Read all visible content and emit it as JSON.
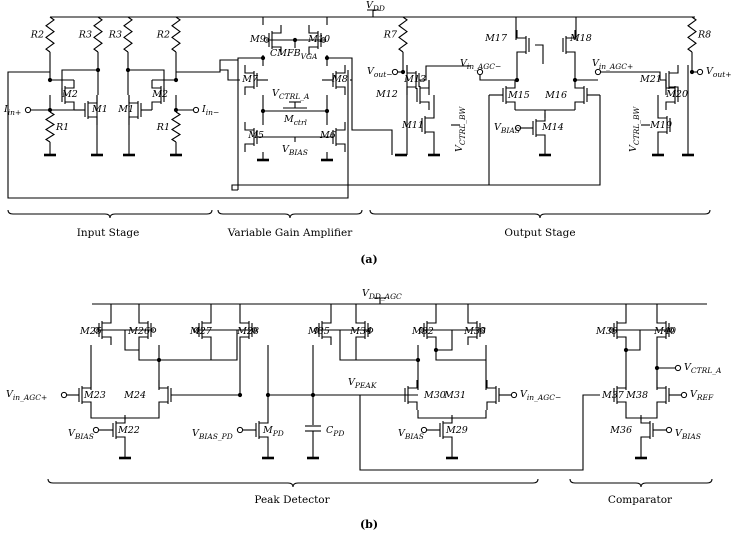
{
  "figure_a": {
    "supply": "V_DD",
    "sections": [
      "Input Stage",
      "Variable Gain Amplifier",
      "Output Stage"
    ],
    "caption": "(a)",
    "devices": {
      "R2a": "R2",
      "R3a": "R3",
      "R1a": "R1",
      "M2a": "M2",
      "M1a": "M1",
      "R3b": "R3",
      "R2b": "R2",
      "M1b": "M1",
      "M2b": "M2",
      "R1b": "R1",
      "M9": "M9",
      "M10": "M10",
      "M7": "M7",
      "M8": "M8",
      "M5": "M5",
      "M6": "M6",
      "Mctrl": "M_ctrl",
      "R7": "R7",
      "M12": "M12",
      "M13": "M13",
      "M11": "M11",
      "M17": "M17",
      "M18": "M18",
      "M15": "M15",
      "M16": "M16",
      "M14": "M14",
      "R8": "R8",
      "M21": "M21",
      "M20": "M20",
      "M19": "M19"
    },
    "nets": {
      "in_p": "I_in+",
      "in_m": "I_in−",
      "cmfb": "CMFB_VGA",
      "ctrl_a": "V_CTRL_A",
      "bias_vga": "V_BIAS",
      "out_m": "V_out−",
      "agc_m": "V_in_AGC−",
      "agc_p": "V_in_AGC+",
      "ctrl_bw_1": "V_CTRL_BW",
      "bias_out": "V_BIAS",
      "ctrl_bw_2": "V_CTRL_BW",
      "out_p": "V_out+"
    }
  },
  "figure_b": {
    "supply": "V_DD_AGC",
    "sections": [
      "Peak Detector",
      "Comparator"
    ],
    "caption": "(b)",
    "devices": {
      "M25": "M25",
      "M26": "M26",
      "M27": "M27",
      "M28": "M28",
      "M35": "M35",
      "M34": "M34",
      "M32": "M32",
      "M33": "M33",
      "M39": "M39",
      "M40": "M40",
      "M23": "M23",
      "M24": "M24",
      "M22": "M22",
      "MPD": "M_PD",
      "CPD": "C_PD",
      "M30": "M30",
      "M31": "M31",
      "M29": "M29",
      "M37": "M37",
      "M38": "M38",
      "M36": "M36"
    },
    "nets": {
      "agc_p": "V_in_AGC+",
      "bias1": "V_BIAS",
      "bias_pd": "V_BIAS_PD",
      "peak": "V_PEAK",
      "agc_m": "V_in_AGC−",
      "bias2": "V_BIAS",
      "ctrl_a": "V_CTRL_A",
      "ref": "V_REF",
      "bias3": "V_BIAS"
    }
  }
}
